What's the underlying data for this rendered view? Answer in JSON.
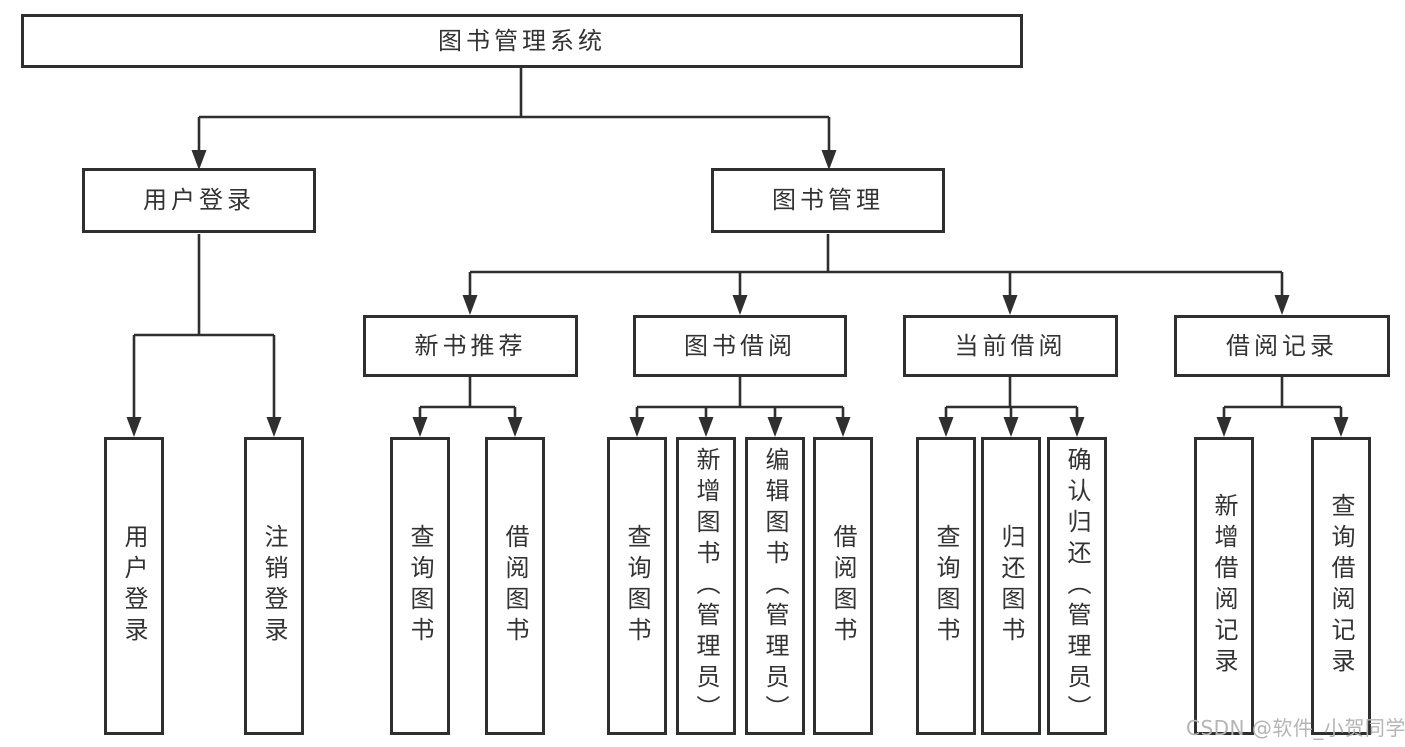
{
  "tree": {
    "root": {
      "label": "图书管理系统",
      "children": [
        {
          "label": "用户登录",
          "children": [
            {
              "label": "用户登录"
            },
            {
              "label": "注销登录"
            }
          ]
        },
        {
          "label": "图书管理",
          "children": [
            {
              "label": "新书推荐",
              "children": [
                {
                  "label": "查询图书"
                },
                {
                  "label": "借阅图书"
                }
              ]
            },
            {
              "label": "图书借阅",
              "children": [
                {
                  "label": "查询图书"
                },
                {
                  "label": "新增图书（管理员）"
                },
                {
                  "label": "编辑图书（管理员）"
                },
                {
                  "label": "借阅图书"
                }
              ]
            },
            {
              "label": "当前借阅",
              "children": [
                {
                  "label": "查询图书"
                },
                {
                  "label": "归还图书"
                },
                {
                  "label": "确认归还（管理员）"
                }
              ]
            },
            {
              "label": "借阅记录",
              "children": [
                {
                  "label": "新增借阅记录"
                },
                {
                  "label": "查询借阅记录"
                }
              ]
            }
          ]
        }
      ]
    }
  },
  "watermark": "CSDN @软件_小贺同学",
  "colors": {
    "line": "#2f2f2f",
    "text": "#333333",
    "watermark": "#b5b5b5",
    "background": "#ffffff"
  }
}
